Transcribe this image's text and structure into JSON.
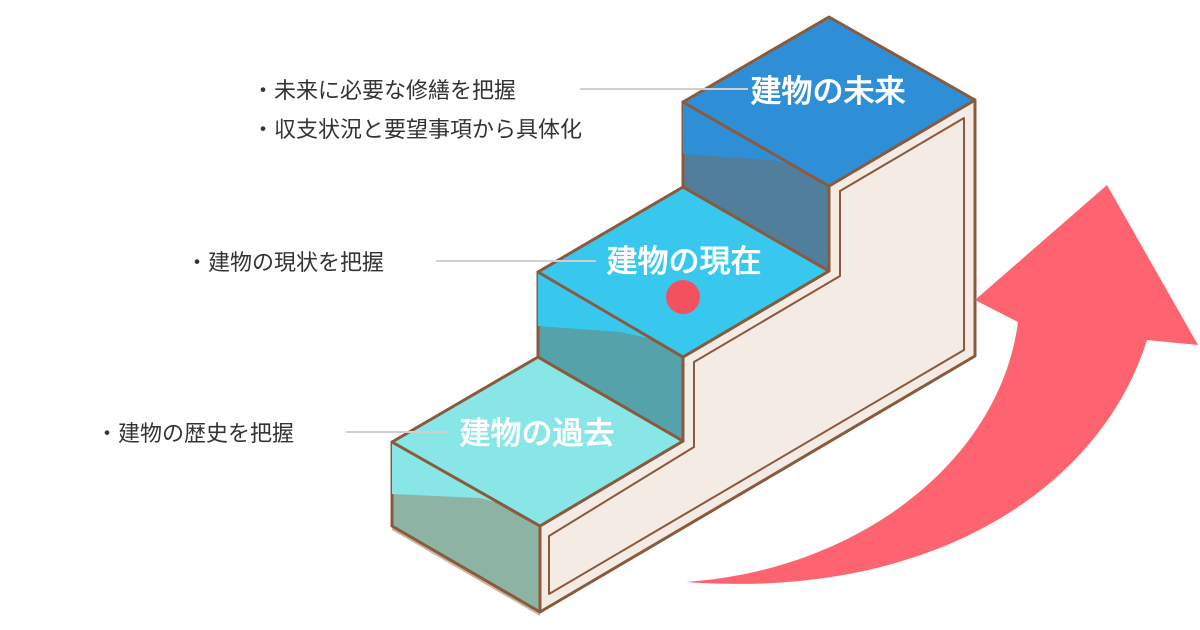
{
  "steps": {
    "past": {
      "label": "建物の過去",
      "notes": [
        "・建物の歴史を把握"
      ]
    },
    "present": {
      "label": "建物の現在",
      "notes": [
        "・建物の現状を把握"
      ]
    },
    "future": {
      "label": "建物の未来",
      "notes": [
        "・未来に必要な修繕を把握",
        "・収支状況と要望事項から具体化"
      ]
    }
  },
  "colors": {
    "past_top": "#88e6e6",
    "present_top": "#38c8ee",
    "future_top": "#2e8fd6",
    "stair_side": "#f5ebe5",
    "stair_outline": "#8a5a3c",
    "arrow": "#fe646f",
    "marker": "#f4515f"
  }
}
